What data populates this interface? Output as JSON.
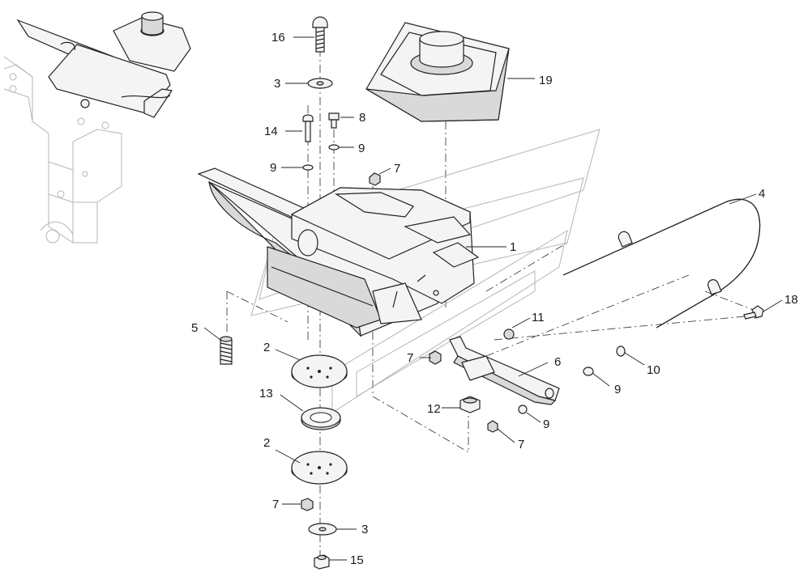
{
  "callouts": [
    {
      "id": "c16",
      "label": "16"
    },
    {
      "id": "c3a",
      "label": "3"
    },
    {
      "id": "c19",
      "label": "19"
    },
    {
      "id": "c8",
      "label": "8"
    },
    {
      "id": "c14",
      "label": "14"
    },
    {
      "id": "c9a",
      "label": "9"
    },
    {
      "id": "c9b",
      "label": "9"
    },
    {
      "id": "c7a",
      "label": "7"
    },
    {
      "id": "c4",
      "label": "4"
    },
    {
      "id": "c1",
      "label": "1"
    },
    {
      "id": "c18",
      "label": "18"
    },
    {
      "id": "c5",
      "label": "5"
    },
    {
      "id": "c11",
      "label": "11"
    },
    {
      "id": "c2a",
      "label": "2"
    },
    {
      "id": "c7b",
      "label": "7"
    },
    {
      "id": "c6",
      "label": "6"
    },
    {
      "id": "c10",
      "label": "10"
    },
    {
      "id": "c9c",
      "label": "9"
    },
    {
      "id": "c13",
      "label": "13"
    },
    {
      "id": "c12",
      "label": "12"
    },
    {
      "id": "c9d",
      "label": "9"
    },
    {
      "id": "c2b",
      "label": "2"
    },
    {
      "id": "c7c",
      "label": "7"
    },
    {
      "id": "c7d",
      "label": "7"
    },
    {
      "id": "c3b",
      "label": "3"
    },
    {
      "id": "c15",
      "label": "15"
    }
  ]
}
